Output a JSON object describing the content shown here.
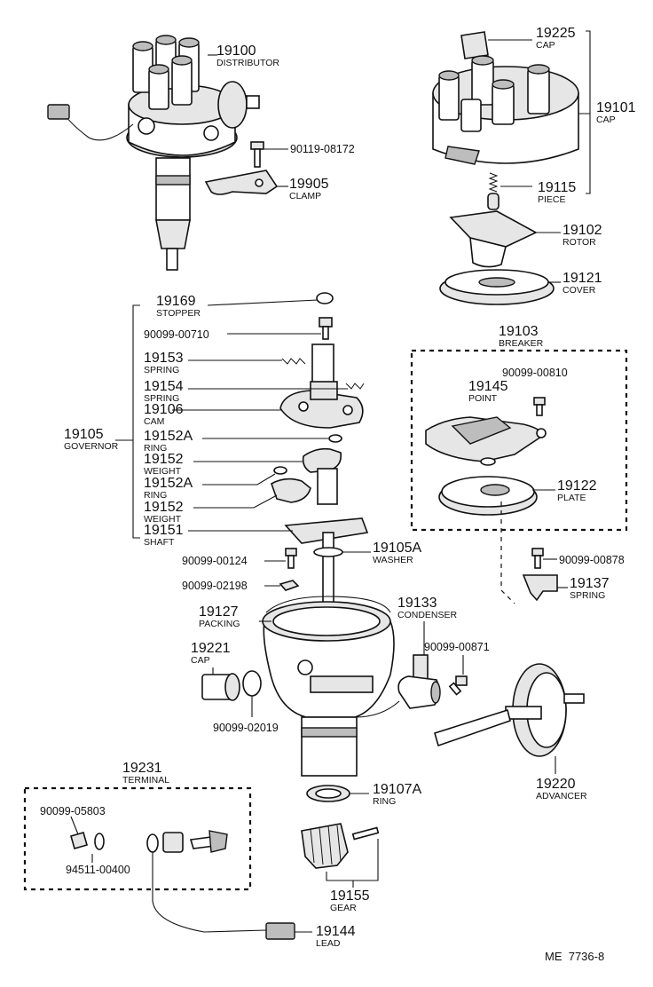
{
  "parts": {
    "distributor": {
      "num": "19100",
      "name": "DISTRIBUTOR"
    },
    "screw_08172": {
      "num": "90119-08172"
    },
    "clamp": {
      "num": "19905",
      "name": "CLAMP"
    },
    "cap_small": {
      "num": "19225",
      "name": "CAP"
    },
    "cap_main": {
      "num": "19101",
      "name": "CAP"
    },
    "piece": {
      "num": "19115",
      "name": "PIECE"
    },
    "rotor": {
      "num": "19102",
      "name": "ROTOR"
    },
    "cover": {
      "num": "19121",
      "name": "COVER"
    },
    "stopper": {
      "num": "19169",
      "name": "STOPPER"
    },
    "screw_00710": {
      "num": "90099-00710"
    },
    "spring_19153": {
      "num": "19153",
      "name": "SPRING"
    },
    "spring_19154": {
      "num": "19154",
      "name": "SPRING"
    },
    "cam": {
      "num": "19106",
      "name": "CAM"
    },
    "governor": {
      "num": "19105",
      "name": "GOVERNOR"
    },
    "ring_a1": {
      "num": "19152A",
      "name": "RING"
    },
    "weight_1": {
      "num": "19152",
      "name": "WEIGHT"
    },
    "ring_a2": {
      "num": "19152A",
      "name": "RING"
    },
    "weight_2": {
      "num": "19152",
      "name": "WEIGHT"
    },
    "shaft": {
      "num": "19151",
      "name": "SHAFT"
    },
    "breaker": {
      "num": "19103",
      "name": "BREAKER"
    },
    "screw_00810": {
      "num": "90099-00810"
    },
    "point": {
      "num": "19145",
      "name": "POINT"
    },
    "plate": {
      "num": "19122",
      "name": "PLATE"
    },
    "washer": {
      "num": "19105A",
      "name": "WASHER"
    },
    "screw_00124": {
      "num": "90099-00124"
    },
    "screw_00878": {
      "num": "90099-00878"
    },
    "nut_02198": {
      "num": "90099-02198"
    },
    "spring_19137": {
      "num": "19137",
      "name": "SPRING"
    },
    "condenser": {
      "num": "19133",
      "name": "CONDENSER"
    },
    "packing": {
      "num": "19127",
      "name": "PACKING"
    },
    "screw_00871": {
      "num": "90099-00871"
    },
    "cap_19221": {
      "num": "19221",
      "name": "CAP"
    },
    "oring_02019": {
      "num": "90099-02019"
    },
    "advancer": {
      "num": "19220",
      "name": "ADVANCER"
    },
    "terminal": {
      "num": "19231",
      "name": "TERMINAL"
    },
    "nut_05803": {
      "num": "90099-05803"
    },
    "washer_00400": {
      "num": "94511-00400"
    },
    "ring_19107a": {
      "num": "19107A",
      "name": "RING"
    },
    "gear": {
      "num": "19155",
      "name": "GEAR"
    },
    "lead": {
      "num": "19144",
      "name": "LEAD"
    }
  },
  "footer": {
    "code": "ME  7736-8"
  }
}
